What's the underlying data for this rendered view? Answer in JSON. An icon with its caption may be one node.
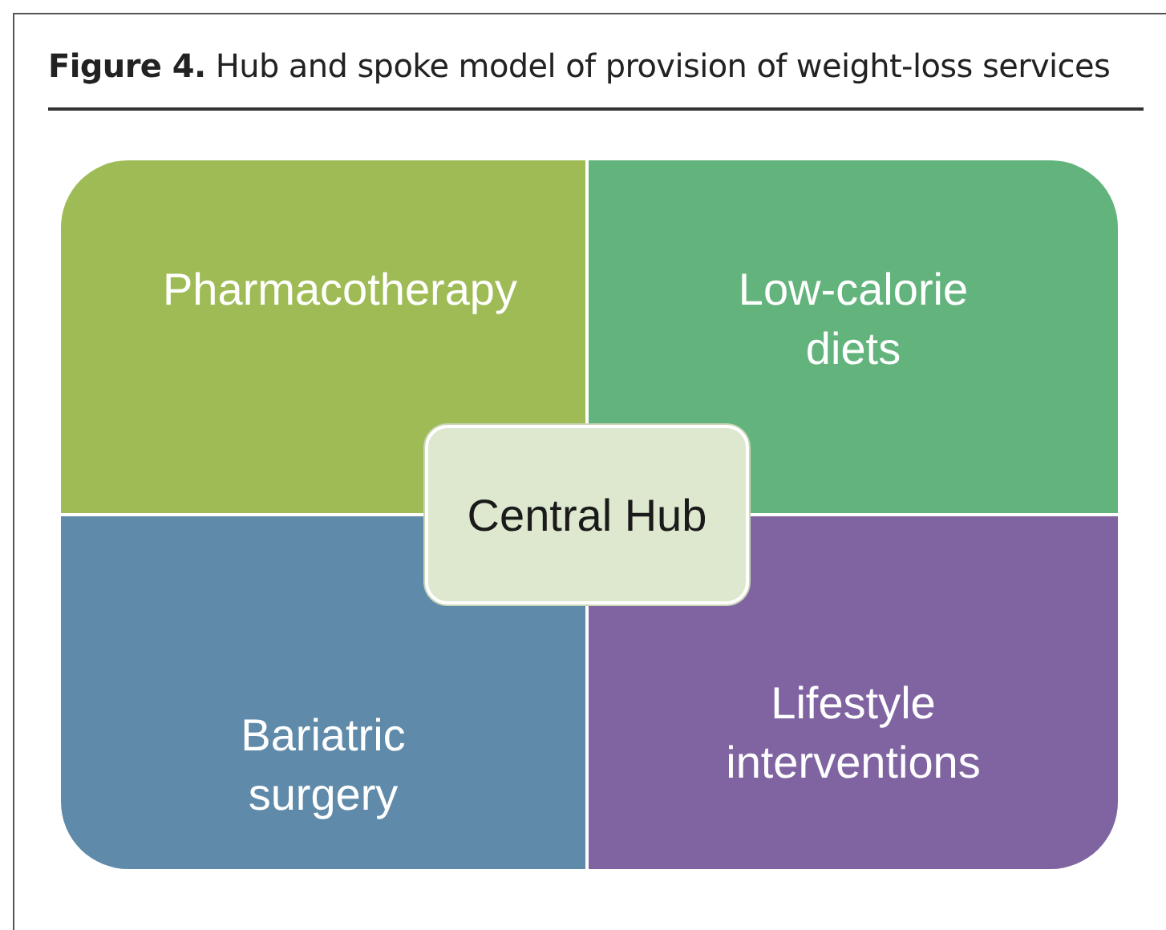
{
  "diagram": {
    "title": "**Figure 4.**  Hub and spoke model of provision of weight-loss services",
    "nodes": [
      {
        "text": [
          "Pharmacotherapy"
        ]
      },
      {
        "text": [
          "Low-calorie diets"
        ]
      },
      {
        "text": [
          "Bariatric surgery"
        ]
      },
      {
        "text": [
          "Lifestyle interventions"
        ]
      },
      {
        "text": [
          "Central Hub"
        ]
      }
    ]
  }
}
